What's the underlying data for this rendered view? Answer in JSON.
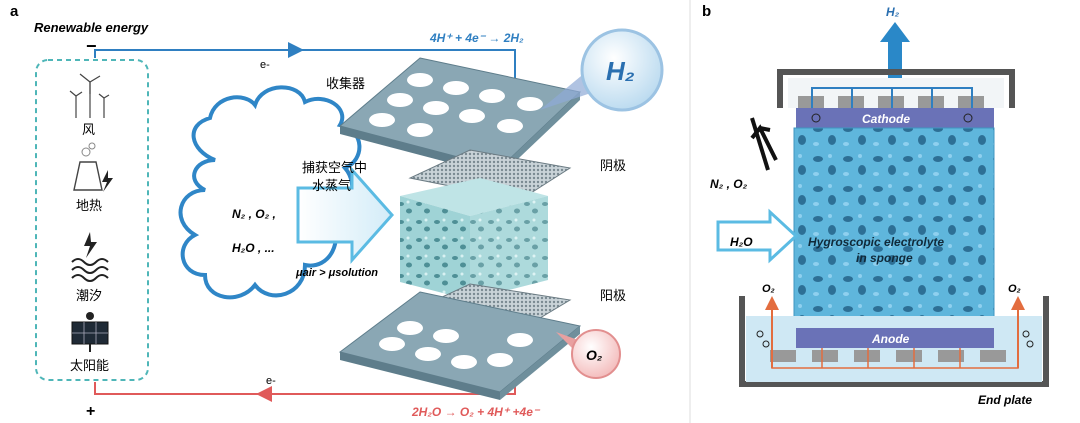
{
  "panel_a": {
    "panel_letter": "a",
    "renewable_title": "Renewable energy",
    "minus_sign": "−",
    "plus_sign": "+",
    "electron_label_top": "e-",
    "electron_label_bottom": "e-",
    "cathode_reaction": "4H⁺ + 4e⁻ → 2H₂",
    "anode_reaction": "2H₂O → O₂ + 4H⁺ +4e⁻",
    "sources": [
      "风",
      "地热",
      "潮汐",
      "太阳能"
    ],
    "collector_label": "收集器",
    "capture_label_line1": "捕获空气中",
    "capture_label_line2": "水蒸气",
    "cathode_label": "阴极",
    "anode_label": "阳极",
    "air_gas_line1": "N₂ , O₂ ,",
    "air_gas_line2": "H₂O , ...",
    "mu_relation": "μair > μsolution",
    "h2_bubble": "H₂",
    "o2_bubble": "O₂"
  },
  "panel_b": {
    "panel_letter": "b",
    "h2_out": "H₂",
    "n2o2_out": "N₂ , O₂",
    "h2o_in": "H₂O",
    "o2_left": "O₂",
    "o2_right": "O₂",
    "cathode": "Cathode",
    "anode": "Anode",
    "electrolyte_line1": "Hygroscopic electrolyte",
    "electrolyte_line2": "in sponge",
    "end_plate": "End plate"
  },
  "colors": {
    "blue_line": "#2f7fc1",
    "red_line": "#e05a5a",
    "teal_dash": "#4fb6b8",
    "plate": "#7e9fae",
    "electrode": "#6a72b7",
    "sponge": "#5fb6dc"
  }
}
